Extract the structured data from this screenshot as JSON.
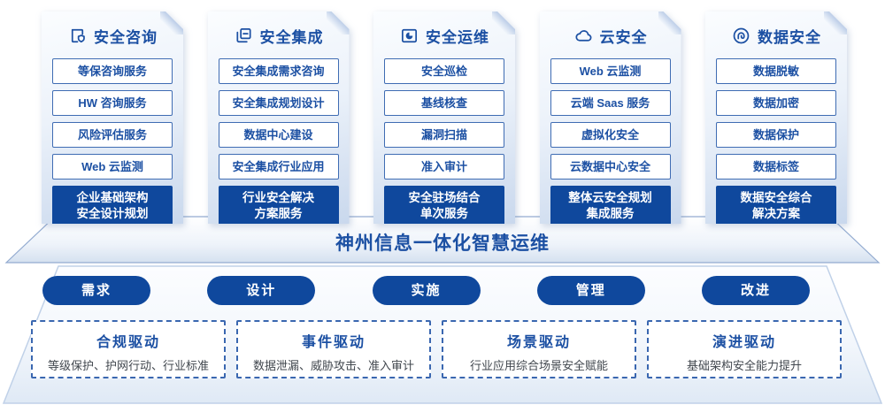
{
  "theme": {
    "primary_blue": "#0f489d",
    "title_blue": "#1c50a3",
    "item_border_blue": "#3f6cb3",
    "dashed_border_blue": "#3a67b0",
    "desc_gray": "#41474e",
    "card_gradient_bottom": "#c9d8ed"
  },
  "columns": [
    {
      "title": "安全咨询",
      "icon": "folder-shield-icon",
      "items": [
        "等保咨询服务",
        "HW 咨询服务",
        "风险评估服务",
        "Web 云监测"
      ],
      "footer": [
        "企业基础架构",
        "安全设计规划"
      ]
    },
    {
      "title": "安全集成",
      "icon": "copy-docs-icon",
      "items": [
        "安全集成需求咨询",
        "安全集成规划设计",
        "数据中心建设",
        "安全集成行业应用"
      ],
      "footer": [
        "行业安全解决",
        "方案服务"
      ]
    },
    {
      "title": "安全运维",
      "icon": "folder-pie-icon",
      "items": [
        "安全巡检",
        "基线核查",
        "漏洞扫描",
        "准入审计"
      ],
      "footer": [
        "安全驻场结合",
        "单次服务"
      ]
    },
    {
      "title": "云安全",
      "icon": "cloud-icon",
      "items": [
        "Web 云监测",
        "云端 Saas 服务",
        "虚拟化安全",
        "云数据中心安全"
      ],
      "footer": [
        "整体云安全规划",
        "集成服务"
      ]
    },
    {
      "title": "数据安全",
      "icon": "fingerprint-icon",
      "items": [
        "数据脱敏",
        "数据加密",
        "数据保护",
        "数据标签"
      ],
      "footer": [
        "数据安全综合",
        "解决方案"
      ]
    }
  ],
  "platform": {
    "title": "神州信息一体化智慧运维"
  },
  "process_pills": [
    "需求",
    "设计",
    "实施",
    "管理",
    "改进"
  ],
  "drivers": [
    {
      "title": "合规驱动",
      "desc": "等级保护、护网行动、行业标准"
    },
    {
      "title": "事件驱动",
      "desc": "数据泄漏、威胁攻击、准入审计"
    },
    {
      "title": "场景驱动",
      "desc": "行业应用综合场景安全赋能"
    },
    {
      "title": "演进驱动",
      "desc": "基础架构安全能力提升"
    }
  ]
}
